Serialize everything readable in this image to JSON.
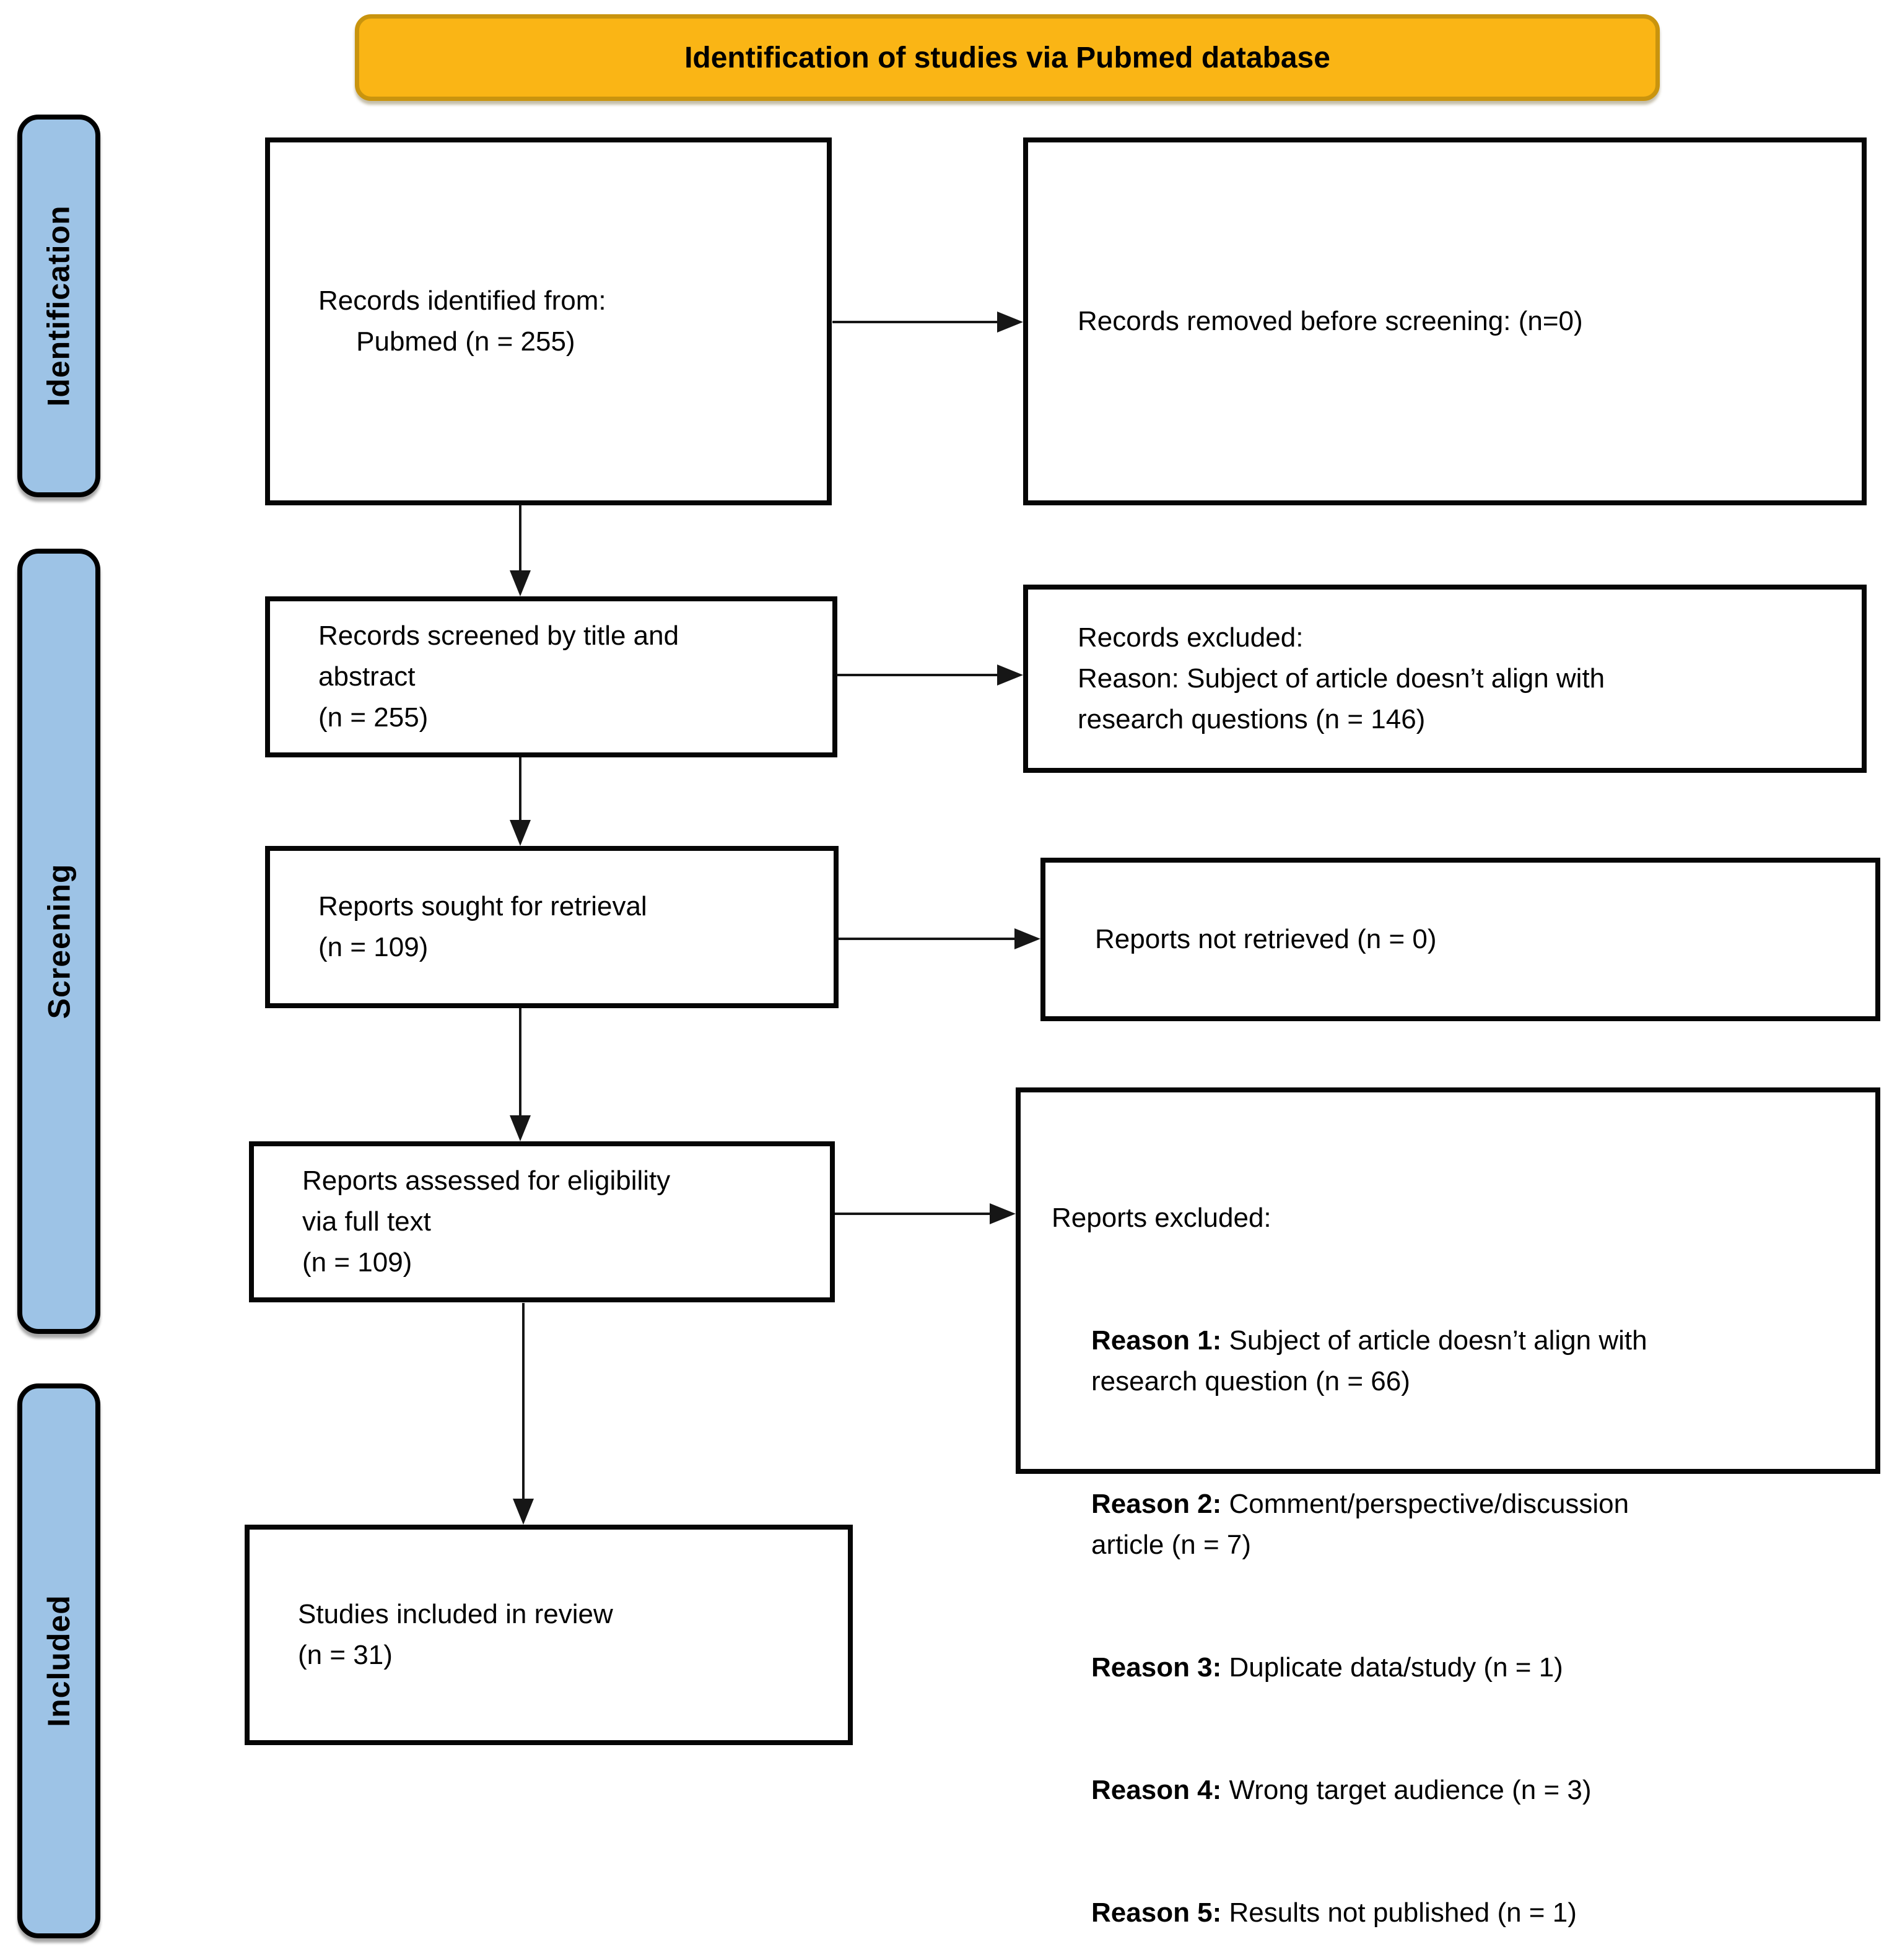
{
  "banner": {
    "title": "Identification of studies via Pubmed database"
  },
  "stages": {
    "identification": "Identification",
    "screening": "Screening",
    "included": "Included"
  },
  "boxes": {
    "records_identified": "Records identified from:\n     Pubmed (n = 255)",
    "records_removed": "Records removed before screening: (n=0)",
    "records_screened": "Records screened by title and\nabstract\n(n = 255)",
    "records_excluded": "Records excluded:\nReason: Subject of article doesn’t align with\nresearch questions (n = 146)",
    "reports_sought": "Reports sought for retrieval\n(n = 109)",
    "reports_not_retrieved": "Reports not retrieved (n = 0)",
    "reports_assessed": "Reports assessed for eligibility\nvia full text\n(n = 109)",
    "reports_excluded_heading": "Reports excluded:",
    "reports_excluded_reasons": [
      {
        "label": "Reason 1:",
        "text": " Subject of article doesn’t align with\nresearch question (n = 66)"
      },
      {
        "label": "Reason 2:",
        "text": " Comment/perspective/discussion\narticle (n = 7)"
      },
      {
        "label": "Reason 3:",
        "text": " Duplicate data/study (n = 1)"
      },
      {
        "label": "Reason 4:",
        "text": " Wrong target audience (n = 3)"
      },
      {
        "label": "Reason 5:",
        "text": " Results not published (n = 1)"
      }
    ],
    "studies_included": "Studies included in review\n(n = 31)"
  },
  "colors": {
    "banner_fill": "#FAB515",
    "banner_border": "#C9940E",
    "stage_fill": "#9DC3E6",
    "box_border": "#000000",
    "arrow": "#161616"
  }
}
